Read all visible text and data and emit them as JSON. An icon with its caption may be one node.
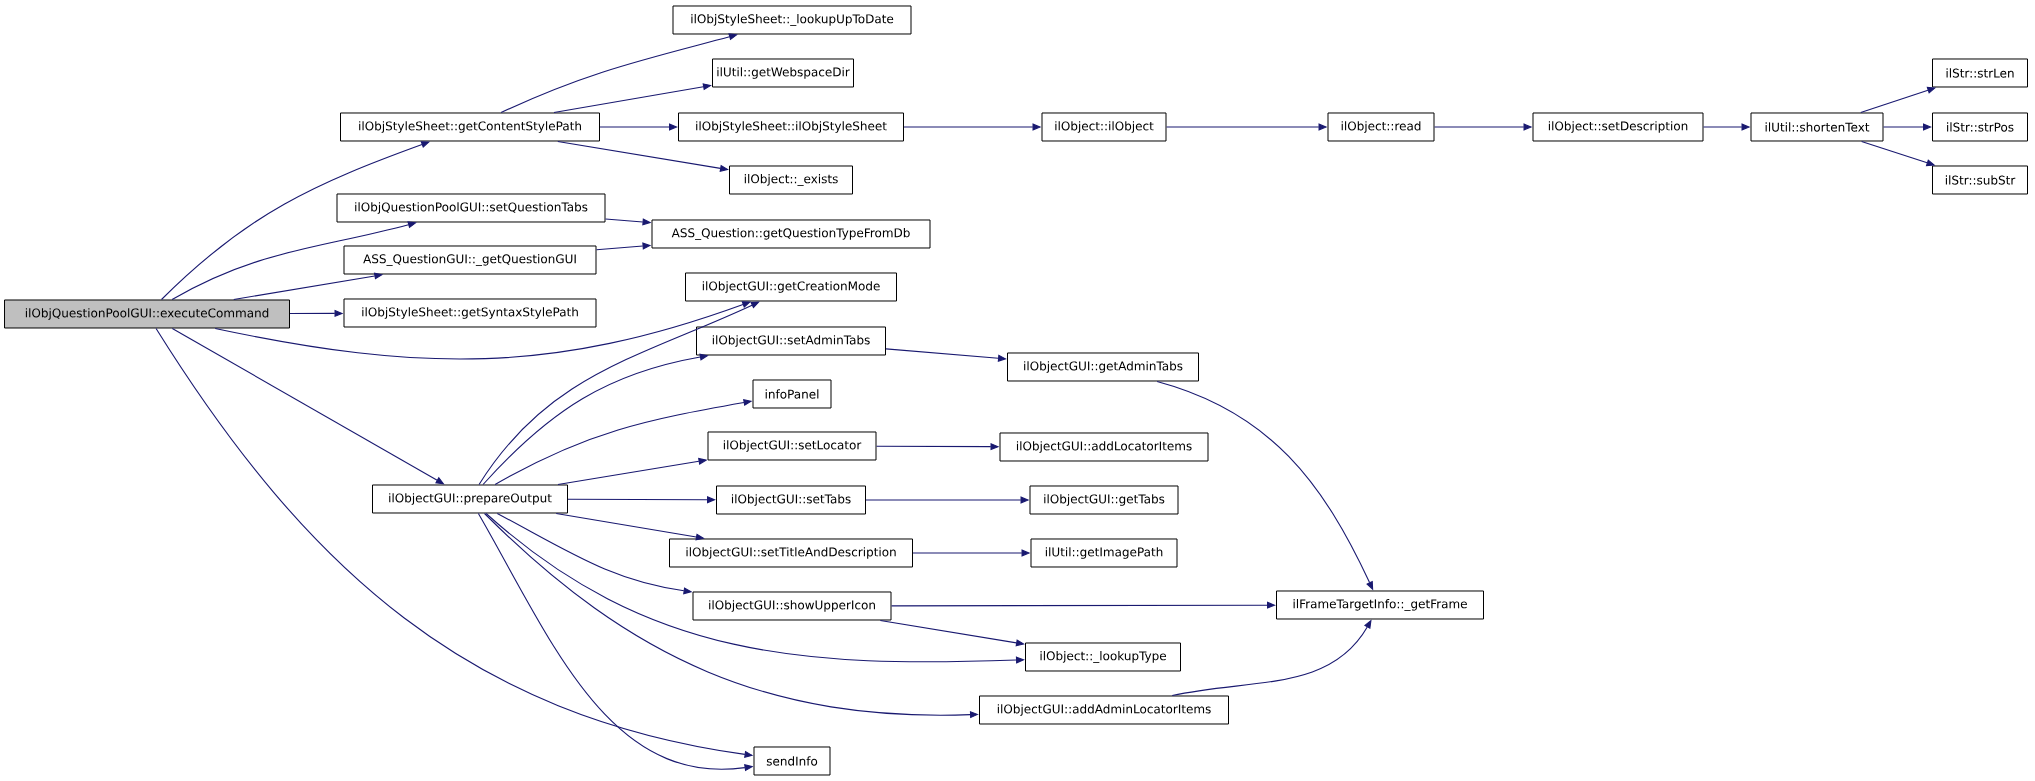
{
  "diagram": {
    "nodes": [
      {
        "text": [
          "ilObjQuestionPoolGUI::executeCommand"
        ]
      },
      {
        "text": [
          "ilObjStyleSheet::getContentStylePath"
        ]
      },
      {
        "text": [
          "ilObjStyleSheet::_lookupUpToDate"
        ]
      },
      {
        "text": [
          "ilUtil::getWebspaceDir"
        ]
      },
      {
        "text": [
          "ilObjStyleSheet::ilObjStyleSheet"
        ]
      },
      {
        "text": [
          "ilObject::_exists"
        ]
      },
      {
        "text": [
          "ilObjQuestionPoolGUI::setQuestionTabs"
        ]
      },
      {
        "text": [
          "ASS_Question::getQuestionTypeFromDb"
        ]
      },
      {
        "text": [
          "ASS_QuestionGUI::_getQuestionGUI"
        ]
      },
      {
        "text": [
          "ilObjStyleSheet::getSyntaxStylePath"
        ]
      },
      {
        "text": [
          "ilObjectGUI::getCreationMode"
        ]
      },
      {
        "text": [
          "ilObjectGUI::prepareOutput"
        ]
      },
      {
        "text": [
          "ilObjectGUI::setAdminTabs"
        ]
      },
      {
        "text": [
          "infoPanel"
        ]
      },
      {
        "text": [
          "ilObjectGUI::setLocator"
        ]
      },
      {
        "text": [
          "ilObjectGUI::setTabs"
        ]
      },
      {
        "text": [
          "ilObjectGUI::setTitleAndDescription"
        ]
      },
      {
        "text": [
          "ilObjectGUI::showUpperIcon"
        ]
      },
      {
        "text": [
          "sendInfo"
        ]
      },
      {
        "text": [
          "ilObject::ilObject"
        ]
      },
      {
        "text": [
          "ilObject::read"
        ]
      },
      {
        "text": [
          "ilObject::setDescription"
        ]
      },
      {
        "text": [
          "ilUtil::shortenText"
        ]
      },
      {
        "text": [
          "ilStr::strLen"
        ]
      },
      {
        "text": [
          "ilStr::strPos"
        ]
      },
      {
        "text": [
          "ilStr::subStr"
        ]
      },
      {
        "text": [
          "ilObjectGUI::getAdminTabs"
        ]
      },
      {
        "text": [
          "ilObjectGUI::addLocatorItems"
        ]
      },
      {
        "text": [
          "ilObjectGUI::getTabs"
        ]
      },
      {
        "text": [
          "ilUtil::getImagePath"
        ]
      },
      {
        "text": [
          "ilFrameTargetInfo::_getFrame"
        ]
      },
      {
        "text": [
          "ilObject::_lookupType"
        ]
      },
      {
        "text": [
          "ilObjectGUI::addAdminLocatorItems"
        ]
      }
    ],
    "edges": [
      {
        "from": 0,
        "to": 1,
        "arrow": "to"
      },
      {
        "from": 0,
        "to": 6,
        "arrow": "to"
      },
      {
        "from": 0,
        "to": 8,
        "arrow": "to"
      },
      {
        "from": 0,
        "to": 9,
        "arrow": "to"
      },
      {
        "from": 0,
        "to": 10,
        "arrow": "to"
      },
      {
        "from": 0,
        "to": 11,
        "arrow": "to"
      },
      {
        "from": 0,
        "to": 18,
        "arrow": "to"
      },
      {
        "from": 1,
        "to": 2,
        "arrow": "to"
      },
      {
        "from": 1,
        "to": 3,
        "arrow": "to"
      },
      {
        "from": 1,
        "to": 4,
        "arrow": "to"
      },
      {
        "from": 1,
        "to": 5,
        "arrow": "to"
      },
      {
        "from": 6,
        "to": 7,
        "arrow": "to"
      },
      {
        "from": 8,
        "to": 7,
        "arrow": "to"
      },
      {
        "from": 4,
        "to": 19,
        "arrow": "to"
      },
      {
        "from": 19,
        "to": 20,
        "arrow": "to"
      },
      {
        "from": 20,
        "to": 21,
        "arrow": "to"
      },
      {
        "from": 21,
        "to": 22,
        "arrow": "to"
      },
      {
        "from": 22,
        "to": 23,
        "arrow": "to"
      },
      {
        "from": 22,
        "to": 24,
        "arrow": "to"
      },
      {
        "from": 22,
        "to": 25,
        "arrow": "to"
      },
      {
        "from": 11,
        "to": 10,
        "arrow": "to"
      },
      {
        "from": 11,
        "to": 12,
        "arrow": "to"
      },
      {
        "from": 11,
        "to": 13,
        "arrow": "to"
      },
      {
        "from": 11,
        "to": 14,
        "arrow": "to"
      },
      {
        "from": 11,
        "to": 15,
        "arrow": "to"
      },
      {
        "from": 11,
        "to": 16,
        "arrow": "to"
      },
      {
        "from": 11,
        "to": 17,
        "arrow": "to"
      },
      {
        "from": 11,
        "to": 31,
        "arrow": "to"
      },
      {
        "from": 11,
        "to": 32,
        "arrow": "to"
      },
      {
        "from": 11,
        "to": 18,
        "arrow": "to"
      },
      {
        "from": 12,
        "to": 26,
        "arrow": "to"
      },
      {
        "from": 14,
        "to": 27,
        "arrow": "to"
      },
      {
        "from": 15,
        "to": 28,
        "arrow": "to"
      },
      {
        "from": 16,
        "to": 29,
        "arrow": "to"
      },
      {
        "from": 17,
        "to": 30,
        "arrow": "to"
      },
      {
        "from": 17,
        "to": 31,
        "arrow": "to"
      },
      {
        "from": 26,
        "to": 30,
        "arrow": "to"
      },
      {
        "from": 32,
        "to": 30,
        "arrow": "to"
      }
    ]
  }
}
